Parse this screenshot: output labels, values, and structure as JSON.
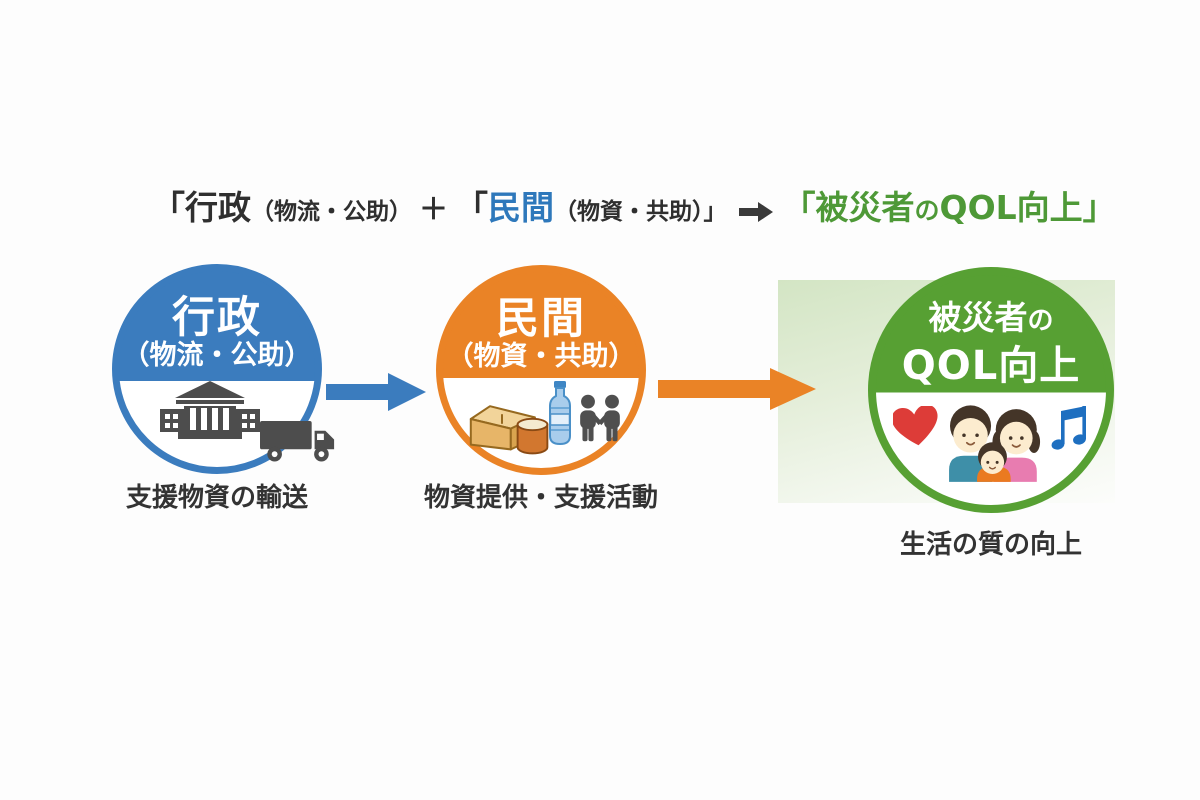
{
  "colors": {
    "government_blue": "#3b7cbe",
    "private_orange": "#ea8326",
    "qol_green": "#57a033",
    "title_text_blue": "#2e78bb",
    "title_text_green": "#4e9937",
    "heart_red": "#dd3c38",
    "music_note_blue": "#1e6fc0",
    "glow_light_green": "#d3e5c4",
    "icon_gray": "#4d4d4d",
    "text_dark": "#2f2f2f"
  },
  "title": {
    "part1_bracket": "「",
    "part1_main": "行政",
    "part1_sub": "（物流・公助）",
    "plus": "＋",
    "part2_bracket": "「",
    "part2_main": "民間",
    "part2_sub": "（物資・共助）」",
    "part3_bracket_open": "「",
    "part3_main": "被災者",
    "part3_particle": "の",
    "part3_qol": "QOL向上",
    "part3_bracket_close": "」"
  },
  "flow": {
    "step1": {
      "title": "行政",
      "subtitle": "（物流・公助）",
      "caption": "支援物資の輸送",
      "color": "#3b7cbe",
      "icons": [
        "government-building",
        "truck"
      ]
    },
    "step2": {
      "title": "民間",
      "subtitle": "（物資・共助）",
      "caption": "物資提供・支援活動",
      "color": "#ea8326",
      "icons": [
        "cardboard-box",
        "canned-goods",
        "water-bottle",
        "two-people"
      ]
    },
    "step3": {
      "title_line1_main": "被災者",
      "title_line1_particle": "の",
      "title_line2": "QOL向上",
      "caption": "生活の質の向上",
      "color": "#57a033",
      "icons": [
        "heart",
        "family",
        "music-notes"
      ]
    }
  }
}
